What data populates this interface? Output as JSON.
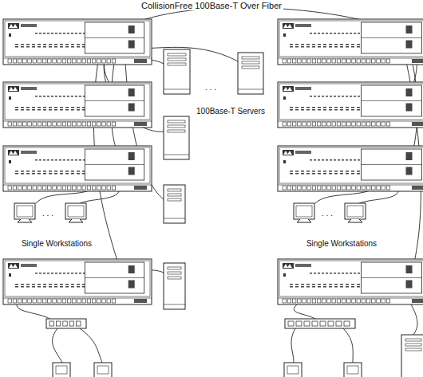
{
  "diagram": {
    "title": "CollisionFree 100Base-T Over Fiber",
    "labels": [
      "100Base-T Servers",
      "Single Workstations",
      "Single Workstations",
      ". . .",
      ". . .",
      ". . ."
    ]
  }
}
